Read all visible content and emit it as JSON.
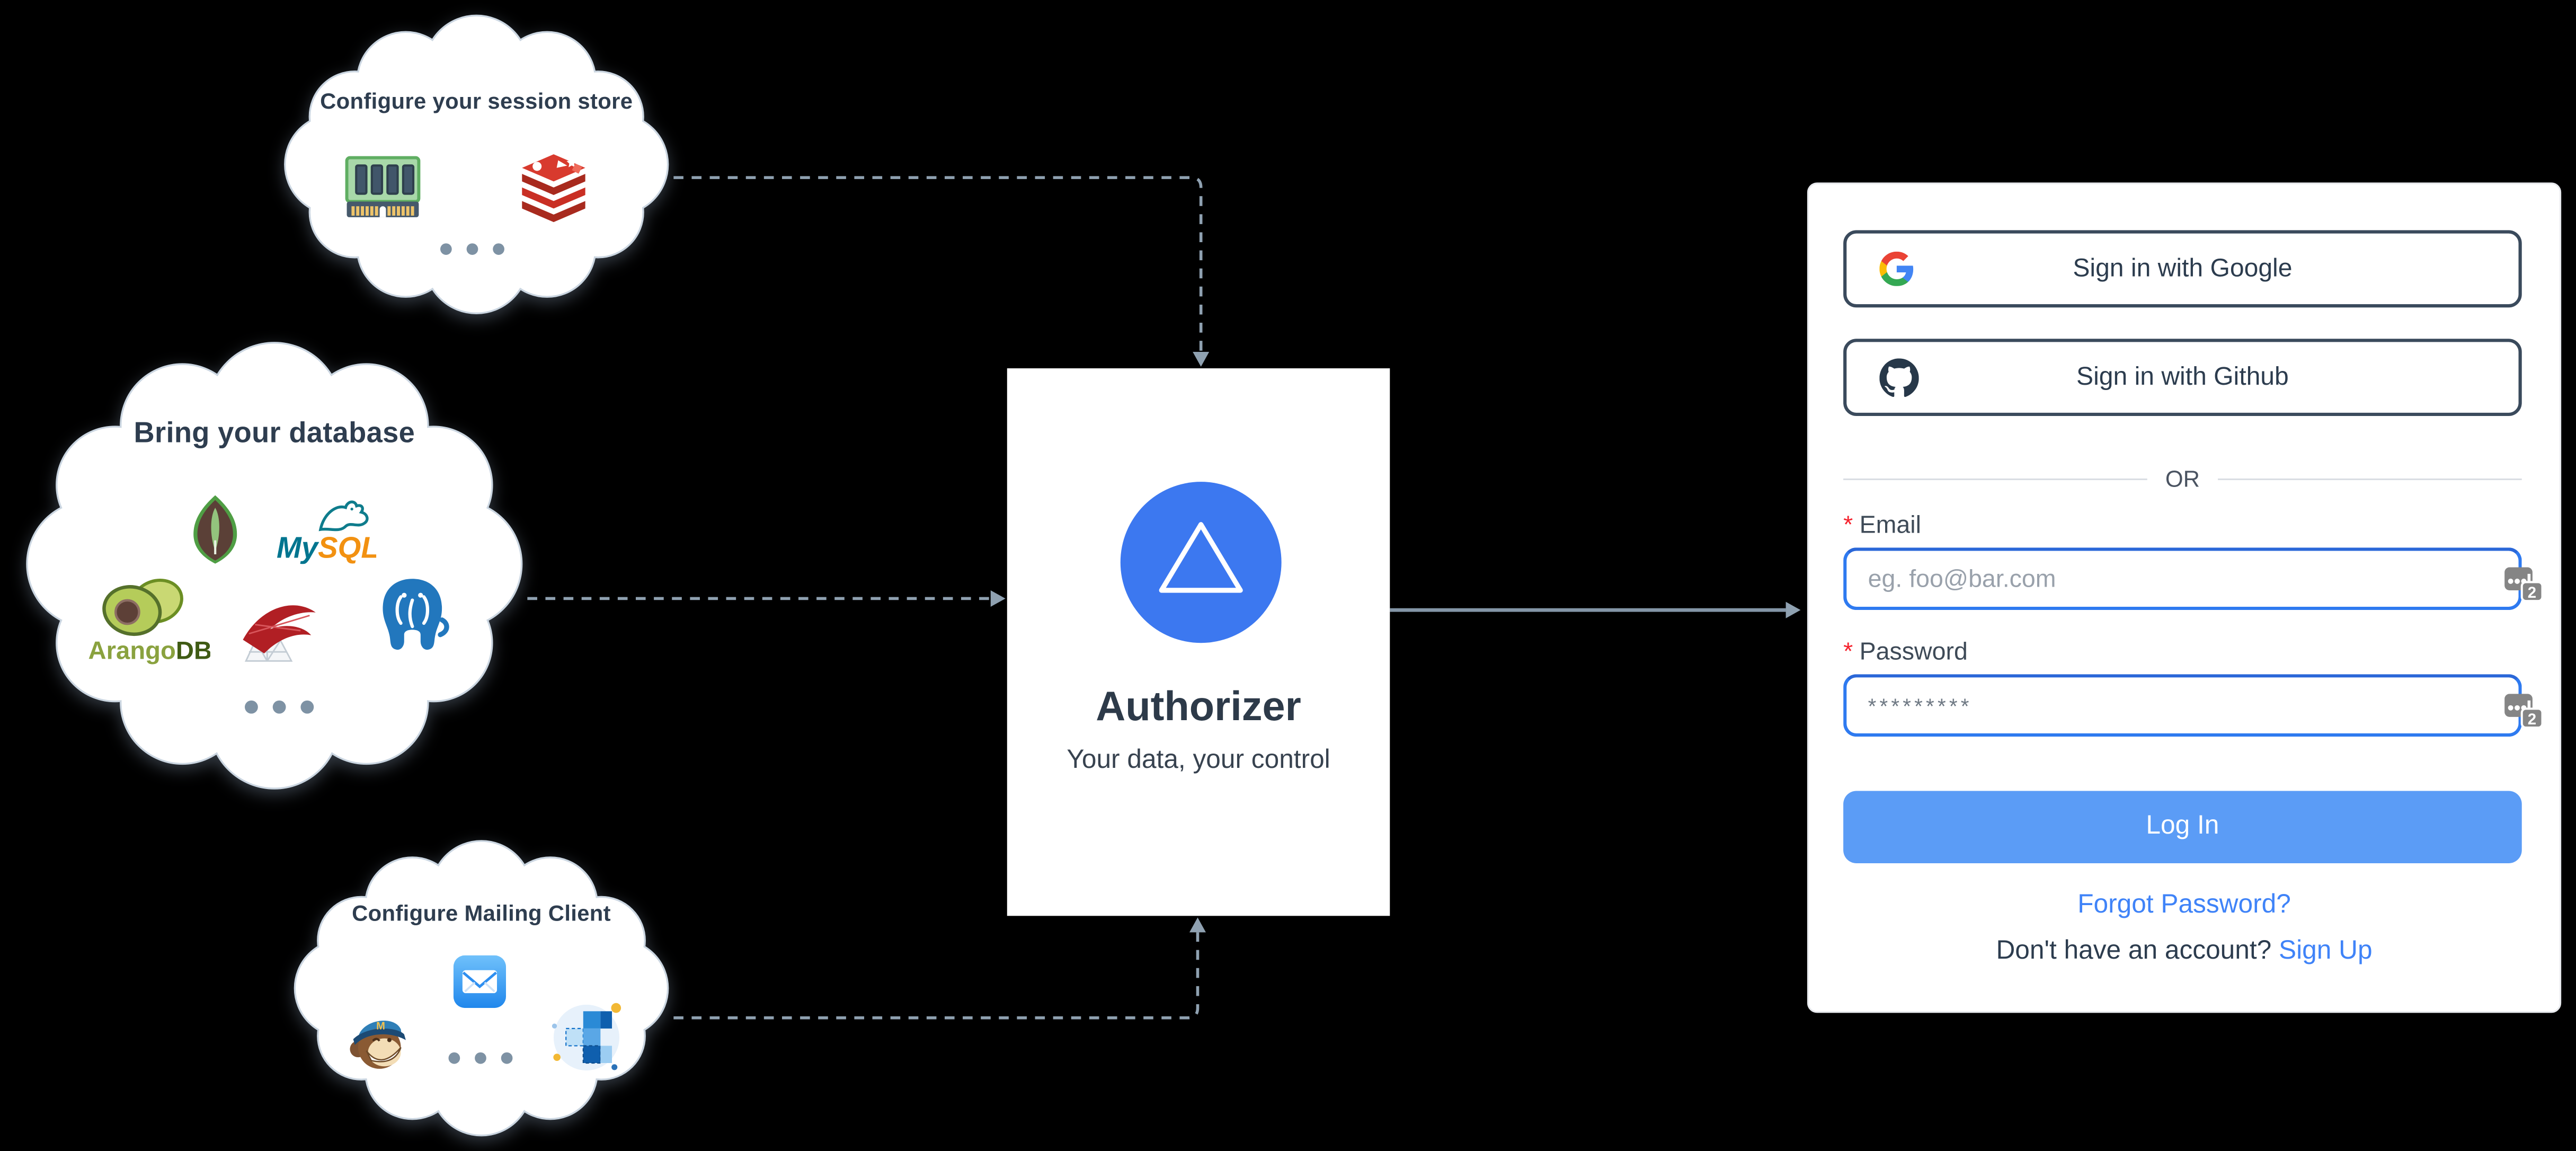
{
  "clouds": {
    "session": {
      "title": "Configure your session store",
      "icons": [
        "memory-module-icon",
        "redis-icon"
      ]
    },
    "database": {
      "title": "Bring your database",
      "icons": [
        "mongodb-icon",
        "mysql-icon",
        "arangodb-icon",
        "sql-server-icon",
        "postgresql-icon"
      ],
      "mysql_logo": {
        "part1": "My",
        "part2": "SQL"
      },
      "arangodb_logo": {
        "part1": "Arango",
        "part2": "DB"
      }
    },
    "mailing": {
      "title": "Configure Mailing Client",
      "icons": [
        "mail-app-icon",
        "mailchimp-icon",
        "sendgrid-icon"
      ],
      "mailchimp_cap_letter": "M"
    }
  },
  "authorizer": {
    "title": "Authorizer",
    "subtitle": "Your data, your control",
    "logo": "triangle-in-circle-icon"
  },
  "login_form": {
    "google_button": "Sign in with Google",
    "github_button": "Sign in with Github",
    "divider": "OR",
    "required_mark": "*",
    "email": {
      "label": "Email",
      "placeholder": "eg. foo@bar.com"
    },
    "password": {
      "label": "Password",
      "value": "*********"
    },
    "password_manager_badge": "2",
    "login_button": "Log In",
    "forgot_link": "Forgot Password?",
    "signup_prompt": "Don't have an account?",
    "signup_link": "Sign Up"
  },
  "colors": {
    "background": "#000000",
    "accent_blue": "#5b9cf6",
    "link_blue": "#3f83f8",
    "input_border_blue": "#2e7af0",
    "required_red": "#f5222d",
    "connector_grey": "#8fa1b1",
    "cloud_outline": "#cbd6e1",
    "heading_text": "#2e3d4f",
    "authorizer_logo_blue": "#3c78f0"
  }
}
